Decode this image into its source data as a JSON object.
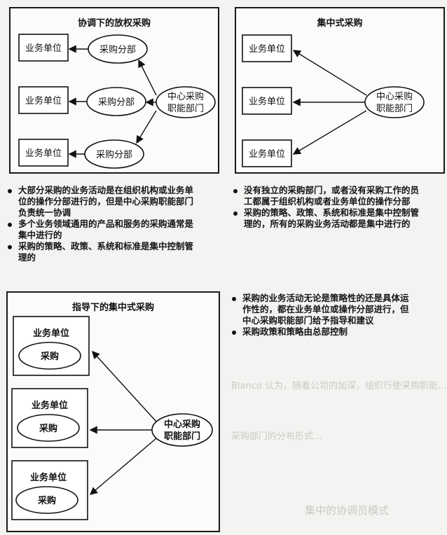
{
  "panels": {
    "decentralized": {
      "title": "协调下的放权采购",
      "business_unit": "业务单位",
      "purchasing_branch": "采购分部",
      "central_line1": "中心采购",
      "central_line2": "职能部门",
      "bullets": [
        "大部分采购的业务活动是在组织机构或业务单位的操作分部进行的，但是中心采购职能部门负责统一协调",
        "多个业务领域通用的产品和服务的采购通常是集中进行的",
        "采购的策略、政策、系统和标准是集中控制管理的"
      ]
    },
    "centralized": {
      "title": "集中式采购",
      "business_unit": "业务单位",
      "central_line1": "中心采购",
      "central_line2": "职能部门",
      "bullets": [
        "没有独立的采购部门，或者没有采购工作的员工都属于组织机构或者业务单位的操作分部",
        "采购的策略、政策、系统和标准是集中控制管理的，所有的采购业务活动都是集中进行的"
      ]
    },
    "guided": {
      "title": "指导下的集中式采购",
      "business_unit": "业务单位",
      "purchasing": "采购",
      "central_line1": "中心采购",
      "central_line2": "职能部门",
      "bullets": [
        "采购的业务活动无论是策略性的还是具体运作性的，都在业务单位或操作分部进行，但中心采购职能部门给予指导和建议",
        "采购政策和策略由总部控制"
      ]
    }
  },
  "background_text": {
    "line1": "Blanco 认为，随着公司的加深，组织行使采购职能…",
    "line2": "采购部门的分布形式…",
    "heading": "集中的协调员模式"
  },
  "colors": {
    "ink": "#111111",
    "paper": "#f3f3f1",
    "panel_fill": "#fbfbfa"
  }
}
